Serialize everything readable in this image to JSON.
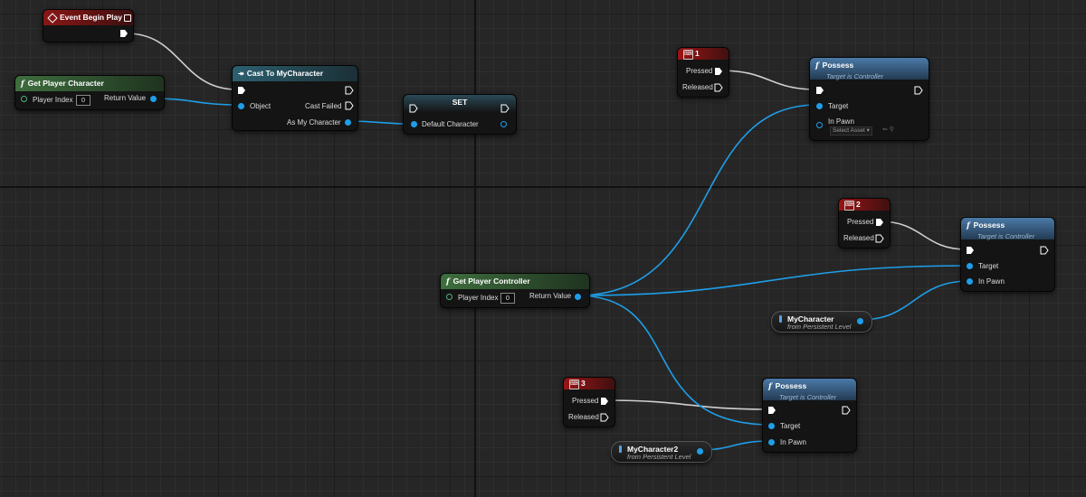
{
  "event_begin_play": {
    "title": "Event Begin Play"
  },
  "get_player_character": {
    "title": "Get Player Character",
    "player_index_label": "Player Index",
    "player_index_value": "0",
    "return_label": "Return Value"
  },
  "cast_node": {
    "title": "Cast To MyCharacter",
    "object_label": "Object",
    "cast_failed_label": "Cast Failed",
    "as_label": "As My Character"
  },
  "set_node": {
    "title": "SET",
    "default_label": "Default Character"
  },
  "key_1": {
    "number": "1",
    "pressed": "Pressed",
    "released": "Released"
  },
  "key_2": {
    "number": "2",
    "pressed": "Pressed",
    "released": "Released"
  },
  "key_3": {
    "number": "3",
    "pressed": "Pressed",
    "released": "Released"
  },
  "possess_1": {
    "title": "Possess",
    "subtitle": "Target is Controller",
    "target": "Target",
    "in_pawn": "In Pawn",
    "select_asset": "Select Asset"
  },
  "possess_2": {
    "title": "Possess",
    "subtitle": "Target is Controller",
    "target": "Target",
    "in_pawn": "In Pawn"
  },
  "possess_3": {
    "title": "Possess",
    "subtitle": "Target is Controller",
    "target": "Target",
    "in_pawn": "In Pawn"
  },
  "get_player_controller": {
    "title": "Get Player Controller",
    "player_index_label": "Player Index",
    "player_index_value": "0",
    "return_label": "Return Value"
  },
  "var_mycharacter": {
    "name": "MyCharacter",
    "source": "from Persistent Level"
  },
  "var_mycharacter2": {
    "name": "MyCharacter2",
    "source": "from Persistent Level"
  },
  "colors": {
    "background": "#262626",
    "data_pin": "#1f9ee8",
    "exec_wire": "#cfcfcf",
    "event_header": "#8a1616",
    "pure_header": "#3e6e3e",
    "function_header": "#4a7aa8"
  }
}
